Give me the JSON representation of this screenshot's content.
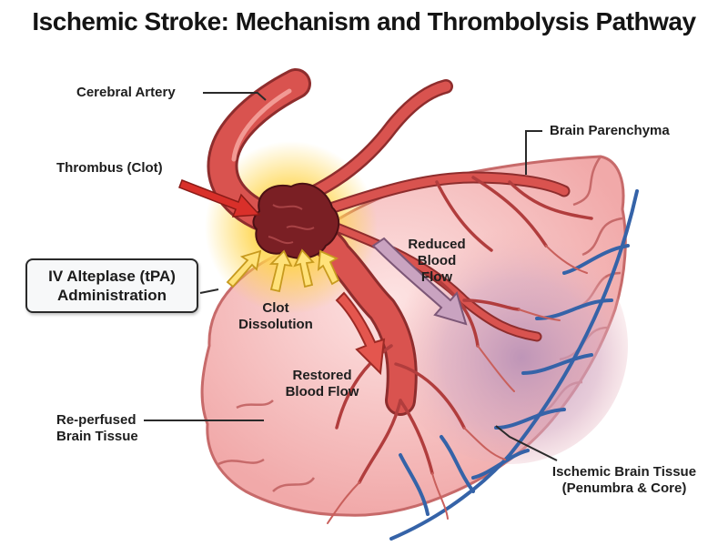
{
  "title": "Ischemic Stroke: Mechanism and Thrombolysis Pathway",
  "labels": {
    "cerebral_artery": "Cerebral Artery",
    "thrombus": "Thrombus (Clot)",
    "tpa_line1": "IV Alteplase (tPA)",
    "tpa_line2": "Administration",
    "clot_line1": "Clot",
    "clot_line2": "Dissolution",
    "brain_parenchyma": "Brain Parenchyma",
    "reduced_line1": "Reduced",
    "reduced_line2": "Blood",
    "reduced_line3": "Flow",
    "restored_line1": "Restored",
    "restored_line2": "Blood Flow",
    "reperfused_line1": "Re-perfused",
    "reperfused_line2": "Brain Tissue",
    "ischemic_line1": "Ischemic Brain Tissue",
    "ischemic_line2": "(Penumbra & Core)"
  },
  "colors": {
    "artery": "#d9534f",
    "artery_dark": "#8e2d2d",
    "clot": "#7a1f24",
    "tissue": "#f4b5b5",
    "ischemic": "#c9a3c0",
    "vein": "#3563a8",
    "glow": "#ffd54a"
  }
}
